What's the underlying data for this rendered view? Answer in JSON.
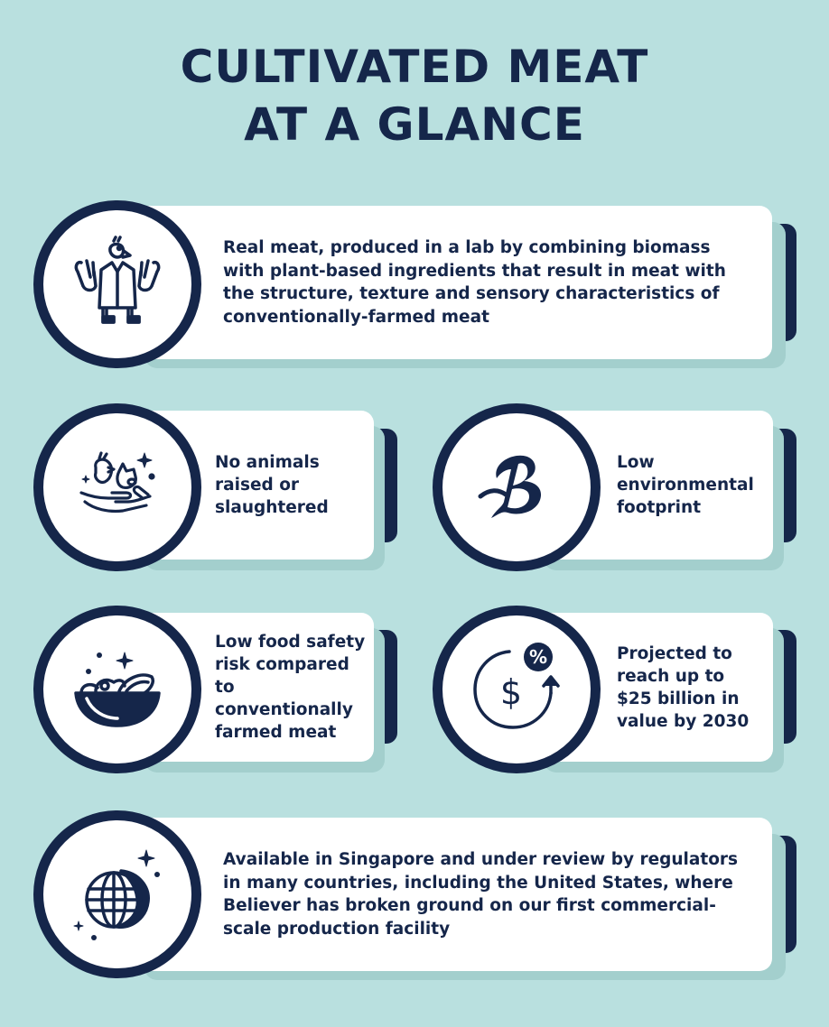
{
  "title": {
    "line1": "CULTIVATED MEAT",
    "line2": "AT A GLANCE"
  },
  "cards": {
    "lab_meat": {
      "icon": "scientist-chicken-icon",
      "text": "Real meat, produced in a lab by combining biomass with plant-based ingredients that result in meat with the structure, texture and sensory characteristics of conventionally-farmed meat"
    },
    "no_animals": {
      "icon": "hands-holding-animals-icon",
      "text": "No animals raised or slaughtered"
    },
    "environment": {
      "icon": "believer-b-logo",
      "text": "Low environmental footprint"
    },
    "food_safety": {
      "icon": "food-bowl-icon",
      "text": "Low food safety risk compared to conventionally farmed meat"
    },
    "projection": {
      "icon": "dollar-growth-icon",
      "icon_dollar": "$",
      "icon_percent": "%",
      "text": "Projected to reach up to $25 billion in value by 2030"
    },
    "availability": {
      "icon": "globe-moon-icon",
      "text": "Available in Singapore and under review by regulators in many countries, including the United States, where Believer has broken ground on our first commercial-scale production facility"
    }
  },
  "colors": {
    "background": "#b9e0df",
    "navy": "#15264a",
    "card": "#ffffff",
    "shadow": "#a3cfcd"
  }
}
